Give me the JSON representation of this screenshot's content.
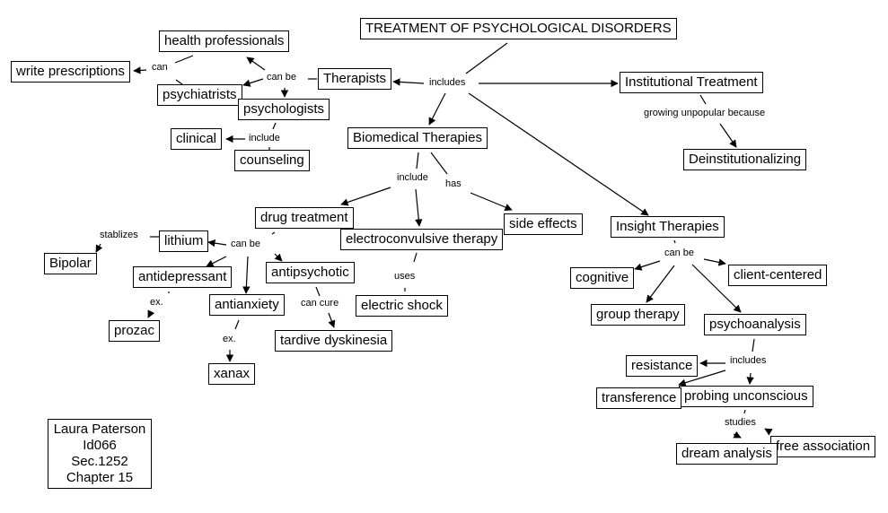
{
  "title": "TREATMENT OF PSYCHOLOGICAL DISORDERS",
  "nodes": {
    "root": "TREATMENT OF PSYCHOLOGICAL DISORDERS",
    "therapists": "Therapists",
    "institutional": "Institutional Treatment",
    "deinstitutionalizing": "Deinstitutionalizing",
    "biomedical": "Biomedical Therapies",
    "insight": "Insight Therapies",
    "health_professionals": "health professionals",
    "write_prescriptions": "write prescriptions",
    "psychiatrists": "psychiatrists",
    "psychologists": "psychologists",
    "clinical": "clinical",
    "counseling": "counseling",
    "drug_treatment": "drug treatment",
    "ect": "electroconvulsive therapy",
    "side_effects": "side effects",
    "electric_shock": "electric shock",
    "lithium": "lithium",
    "bipolar": "Bipolar",
    "antidepressant": "antidepressant",
    "antipsychotic": "antipsychotic",
    "antianxiety": "antianxiety",
    "prozac": "prozac",
    "xanax": "xanax",
    "tardive": "tardive dyskinesia",
    "cognitive": "cognitive",
    "client_centered": "client-centered",
    "group_therapy": "group therapy",
    "psychoanalysis": "psychoanalysis",
    "resistance": "resistance",
    "transference": "transference",
    "probing": "probing unconscious",
    "dream": "dream analysis",
    "free_association": "free association"
  },
  "links": {
    "includes_root": "includes",
    "growing_unpopular": "growing unpopular because",
    "can_be_therapists": "can be",
    "can_health": "can",
    "include_psychologists": "include",
    "include_biomedical": "include",
    "has_biomedical": "has",
    "can_be_drugs": "can be",
    "stablizes": "stablizes",
    "ex_prozac": "ex.",
    "ex_xanax": "ex.",
    "can_cure": "can cure",
    "uses": "uses",
    "can_be_insight": "can be",
    "includes_psychoanalysis": "includes",
    "studies": "studies"
  },
  "author_box": {
    "lines": [
      "Laura Paterson",
      "Id066",
      "Sec.1252",
      "Chapter 15"
    ]
  }
}
